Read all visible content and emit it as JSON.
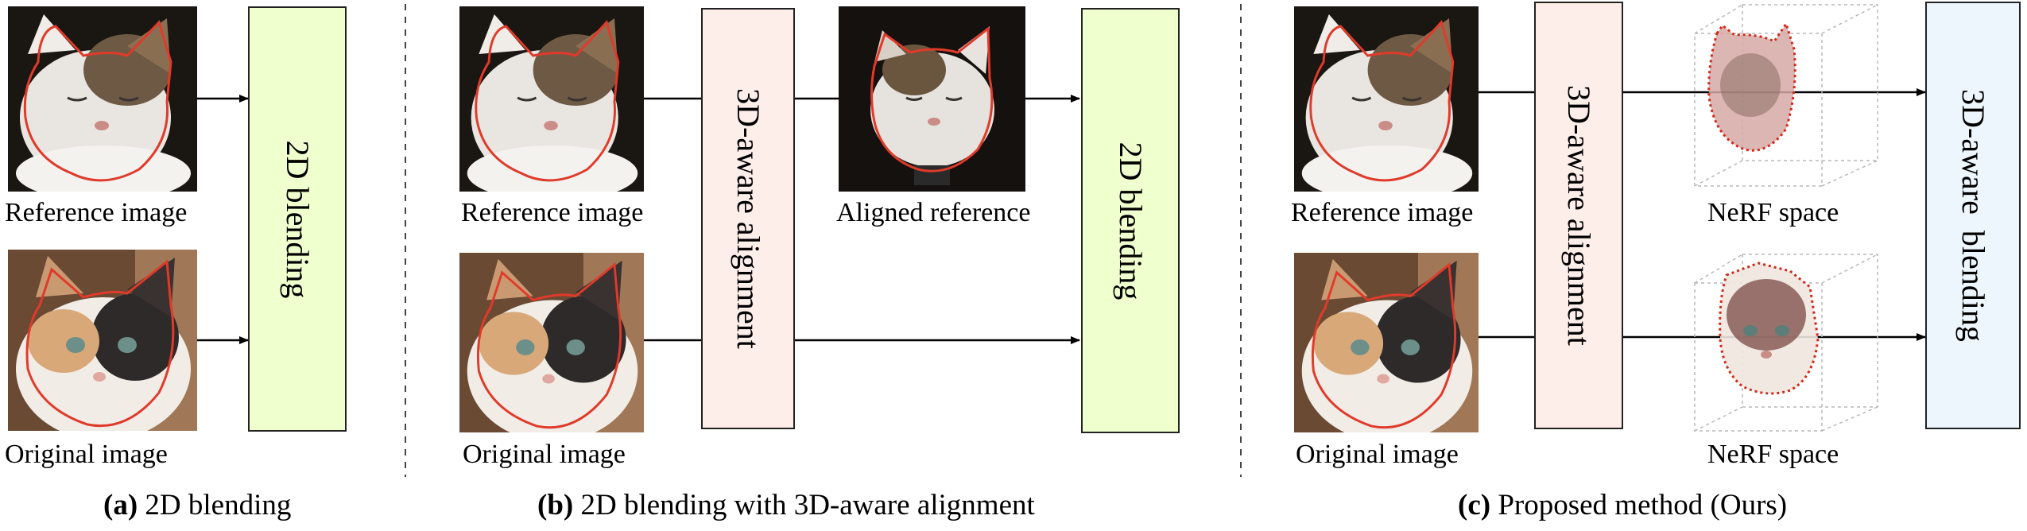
{
  "panel_a": {
    "reference_label": "Reference image",
    "original_label": "Original image",
    "blend_box": "2D blending",
    "caption_letter": "(a)",
    "caption_text": "2D blending"
  },
  "panel_b": {
    "reference_label": "Reference image",
    "original_label": "Original image",
    "aligned_label": "Aligned reference",
    "align_box": "3D-aware alignment",
    "blend_box": "2D blending",
    "caption_letter": "(b)",
    "caption_text": "2D blending with 3D-aware alignment"
  },
  "panel_c": {
    "reference_label": "Reference image",
    "original_label": "Original image",
    "nerf_top_label": "NeRF space",
    "nerf_bottom_label": "NeRF space",
    "align_box": "3D-aware alignment",
    "blend_box": "3D-aware  blending",
    "caption_letter": "(c)",
    "caption_text": "Proposed method (Ours)"
  },
  "colors": {
    "green_box": "#efffce",
    "pink_box": "#fdeeea",
    "blue_box": "#edf5fd",
    "mask_outline": "#e03a2a"
  },
  "icons": [
    "cat-reference-photo",
    "cat-original-photo",
    "aligned-cat-photo",
    "nerf-cube-icon"
  ]
}
